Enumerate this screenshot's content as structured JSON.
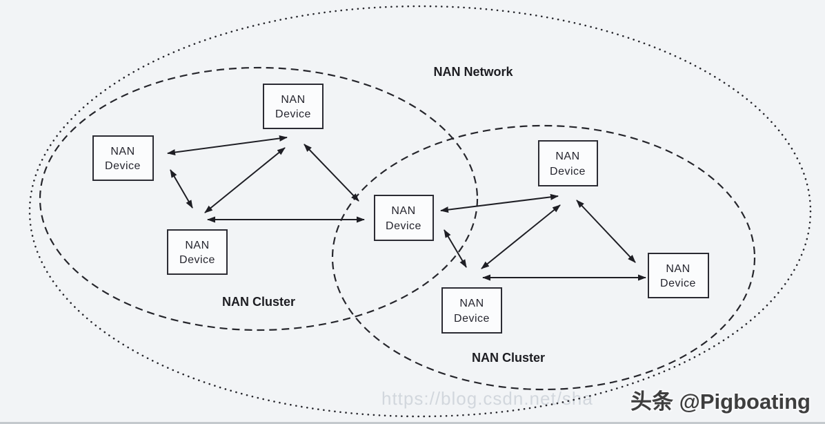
{
  "diagram": {
    "network_label": "NAN Network",
    "clusters": [
      {
        "label": "NAN Cluster"
      },
      {
        "label": "NAN Cluster"
      }
    ],
    "device_line1": "NAN",
    "device_line2": "Device",
    "device_count": 7
  },
  "watermark": {
    "url_text": "https://blog.csdn.net/sha",
    "byline_text": "头条 @Pigboating"
  },
  "colors": {
    "background": "#f2f4f6",
    "line": "#1e1e24",
    "box_border": "#2b2b33",
    "box_fill": "#fbfcfd",
    "watermark_text": "#d2d7dd",
    "byline_text": "#3e3e3e"
  }
}
